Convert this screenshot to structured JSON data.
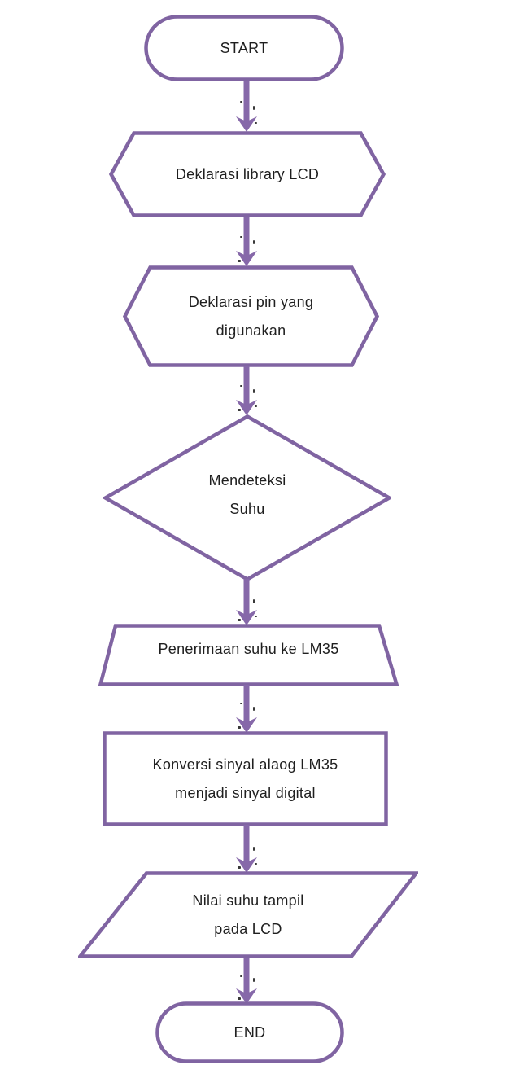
{
  "colors": {
    "outline": "#8064A2",
    "arrow": "#8668A9",
    "text": "#1F1F1F",
    "background": "#FFFFFF"
  },
  "nodes": [
    {
      "id": "start",
      "type": "terminator",
      "label": "START",
      "lines": [
        "START"
      ]
    },
    {
      "id": "declare-library-lcd",
      "type": "preparation",
      "label": "Deklarasi library LCD",
      "lines": [
        "Deklarasi library LCD"
      ]
    },
    {
      "id": "declare-pins",
      "type": "preparation",
      "label": "Deklarasi pin yang digunakan",
      "lines": [
        "Deklarasi pin yang",
        "digunakan"
      ]
    },
    {
      "id": "detect-temperature",
      "type": "decision",
      "label": "Mendeteksi Suhu",
      "lines": [
        "Mendeteksi",
        "Suhu"
      ]
    },
    {
      "id": "receive-temperature",
      "type": "manual-operation",
      "label": "Penerimaan suhu ke LM35",
      "lines": [
        "Penerimaan suhu ke LM35"
      ]
    },
    {
      "id": "convert-signal",
      "type": "process",
      "label": "Konversi sinyal alaog LM35 menjadi sinyal digital",
      "lines": [
        "Konversi sinyal alaog LM35",
        "menjadi sinyal digital"
      ]
    },
    {
      "id": "display-temperature",
      "type": "input-output",
      "label": "Nilai suhu tampil pada LCD",
      "lines": [
        "Nilai suhu tampil",
        "pada LCD"
      ]
    },
    {
      "id": "end",
      "type": "terminator",
      "label": "END",
      "lines": [
        "END"
      ]
    }
  ],
  "connectors": [
    {
      "from": "start",
      "to": "declare-library-lcd"
    },
    {
      "from": "declare-library-lcd",
      "to": "declare-pins"
    },
    {
      "from": "declare-pins",
      "to": "detect-temperature"
    },
    {
      "from": "detect-temperature",
      "to": "receive-temperature"
    },
    {
      "from": "receive-temperature",
      "to": "convert-signal"
    },
    {
      "from": "convert-signal",
      "to": "display-temperature"
    },
    {
      "from": "display-temperature",
      "to": "end"
    }
  ]
}
